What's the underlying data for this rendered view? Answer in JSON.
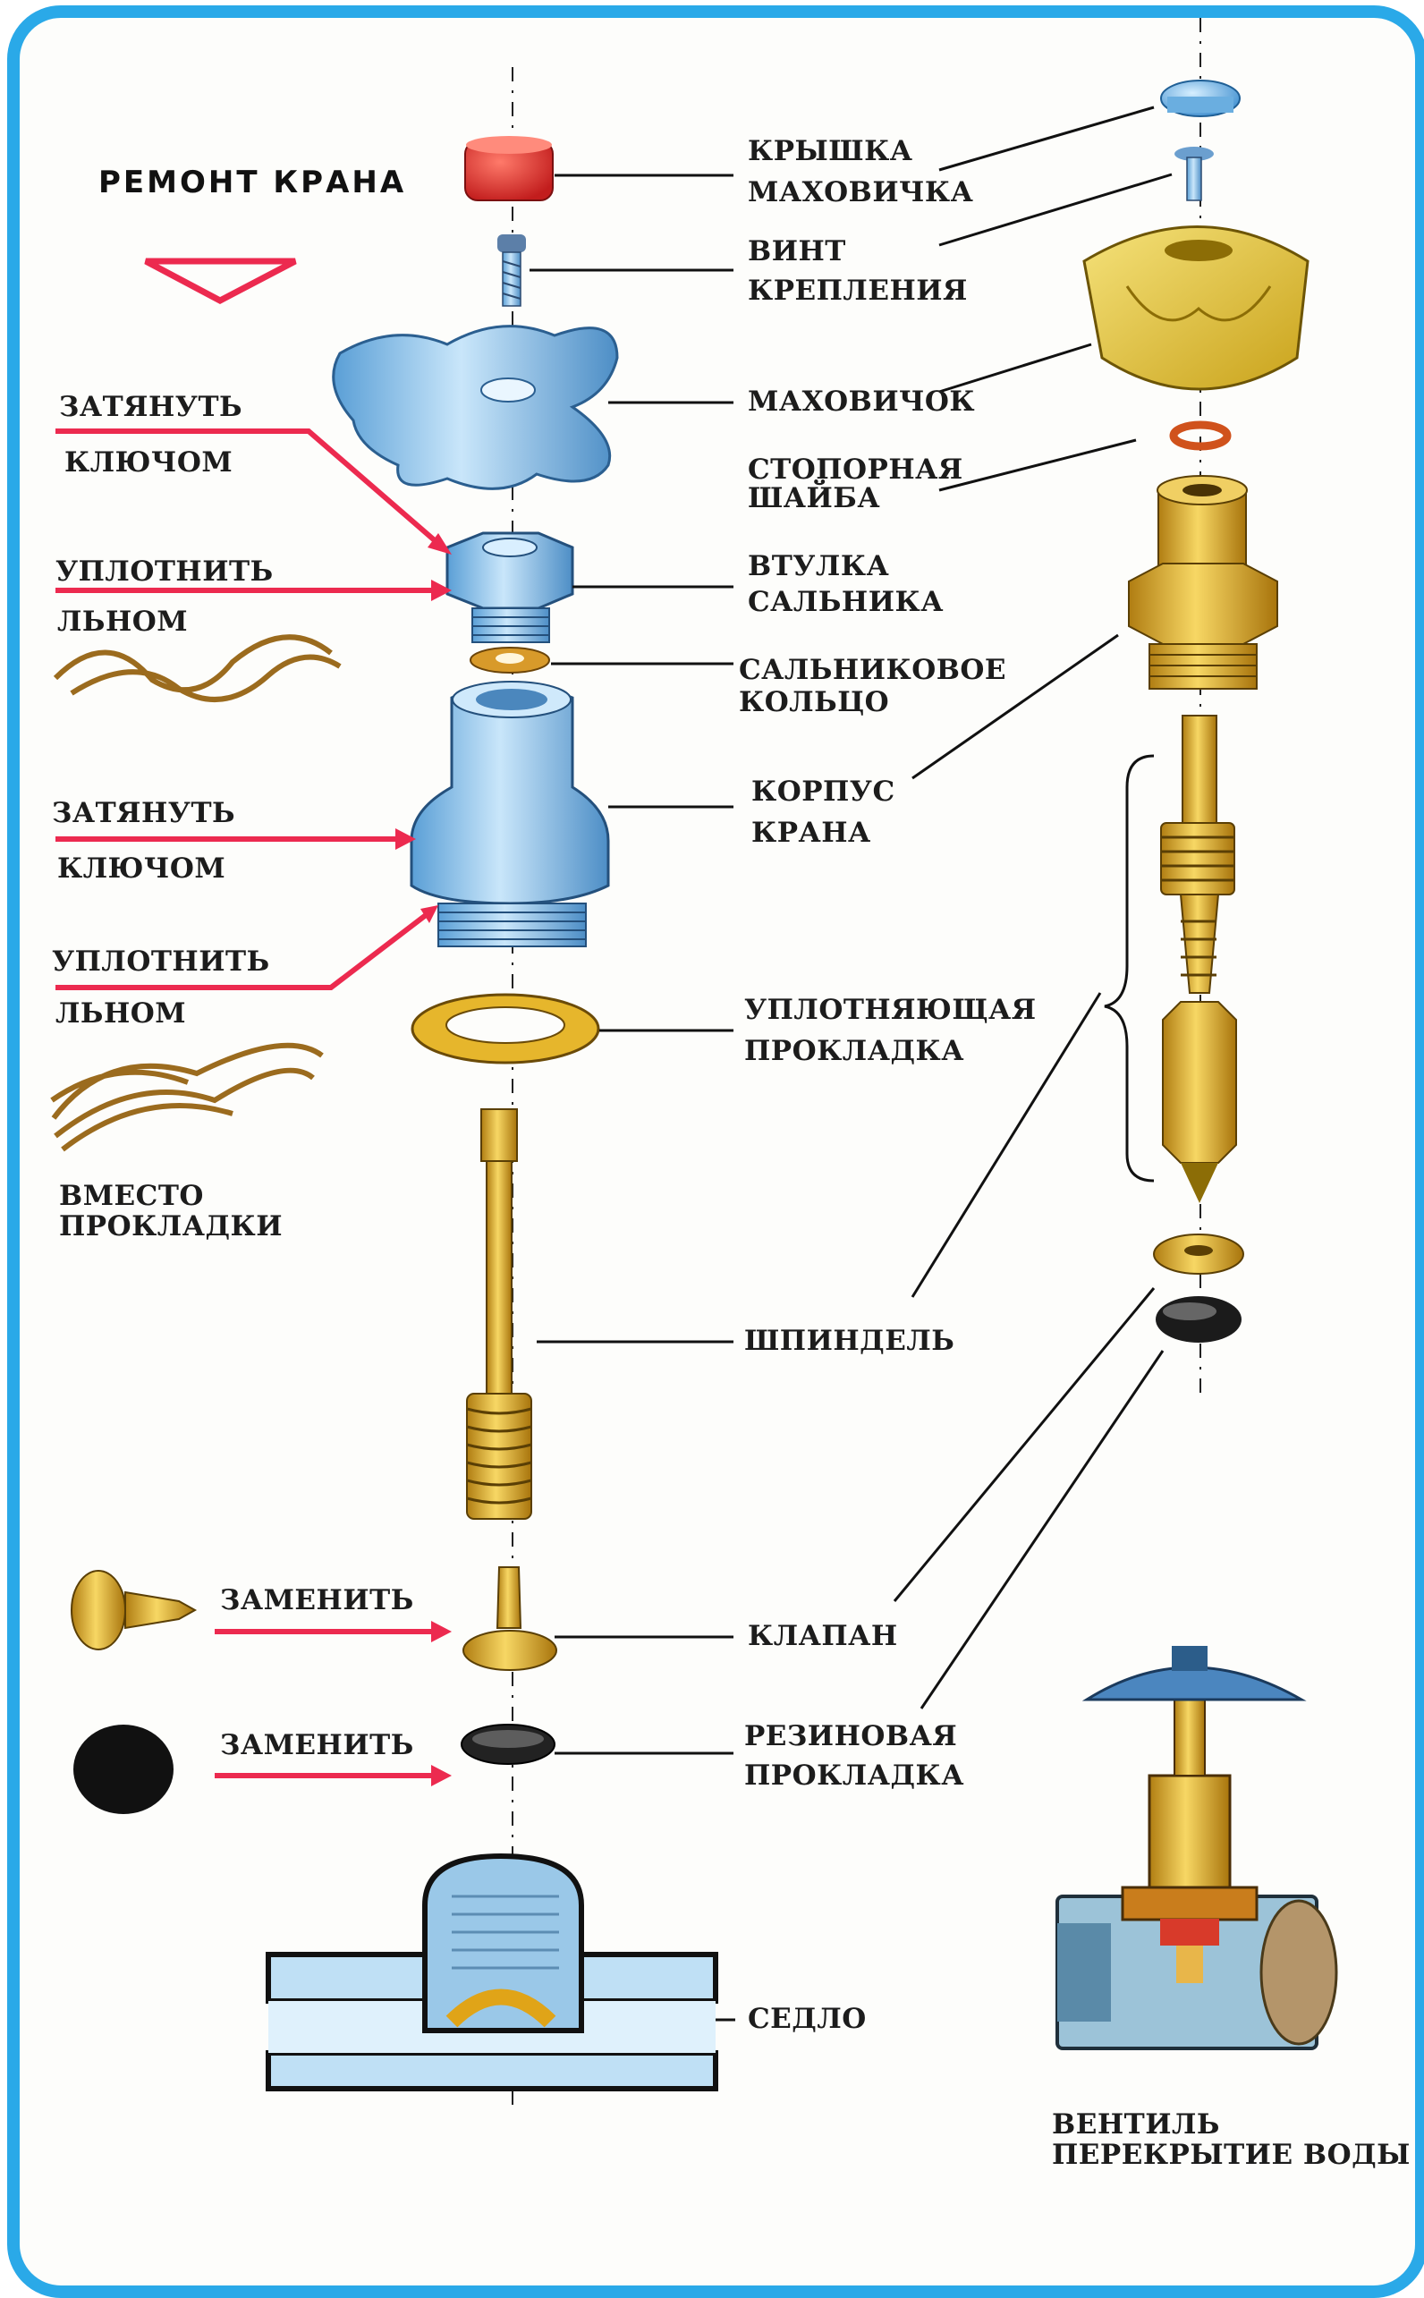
{
  "title": "РЕМОНТ КРАНА",
  "colors": {
    "frame": "#2aa9e8",
    "arrow": "#ec2a4f",
    "brass": "#e2b52a",
    "steel": "#8ec8ee",
    "red_cap": "#e2322e"
  },
  "parts": {
    "cap": [
      "КРЫШКА",
      "МАХОВИЧКА"
    ],
    "screw": [
      "ВИНТ",
      "КРЕПЛЕНИЯ"
    ],
    "handle": [
      "МАХОВИЧОК"
    ],
    "washer": [
      "СТОПОРНАЯ",
      "ШАЙБА"
    ],
    "gland_bushing": [
      "ВТУЛКА",
      "САЛЬНИКА"
    ],
    "gland_ring": [
      "САЛЬНИКОВОЕ",
      "КОЛЬЦО"
    ],
    "body": [
      "КОРПУС",
      "КРАНА"
    ],
    "gasket": [
      "УПЛОТНЯЮЩАЯ",
      "ПРОКЛАДКА"
    ],
    "spindle": [
      "ШПИНДЕЛЬ"
    ],
    "valve": [
      "КЛАПАН"
    ],
    "rubber_gasket": [
      "РЕЗИНОВАЯ",
      "ПРОКЛАДКА"
    ],
    "seat": [
      "СЕДЛО"
    ]
  },
  "instructions": {
    "tighten_1": [
      "ЗАТЯНУТЬ",
      "КЛЮЧОМ"
    ],
    "seal_1": [
      "УПЛОТНИТЬ",
      "ЛЬНОМ"
    ],
    "tighten_2": [
      "ЗАТЯНУТЬ",
      "КЛЮЧОМ"
    ],
    "seal_2": [
      "УПЛОТНИТЬ",
      "ЛЬНОМ"
    ],
    "instead_of_gasket": [
      "ВМЕСТО",
      "ПРОКЛАДКИ"
    ],
    "replace_1": "ЗАМЕНИТЬ",
    "replace_2": "ЗАМЕНИТЬ"
  },
  "shutoff_valve": [
    "ВЕНТИЛЬ",
    "ПЕРЕКРЫТИЕ ВОДЫ"
  ]
}
